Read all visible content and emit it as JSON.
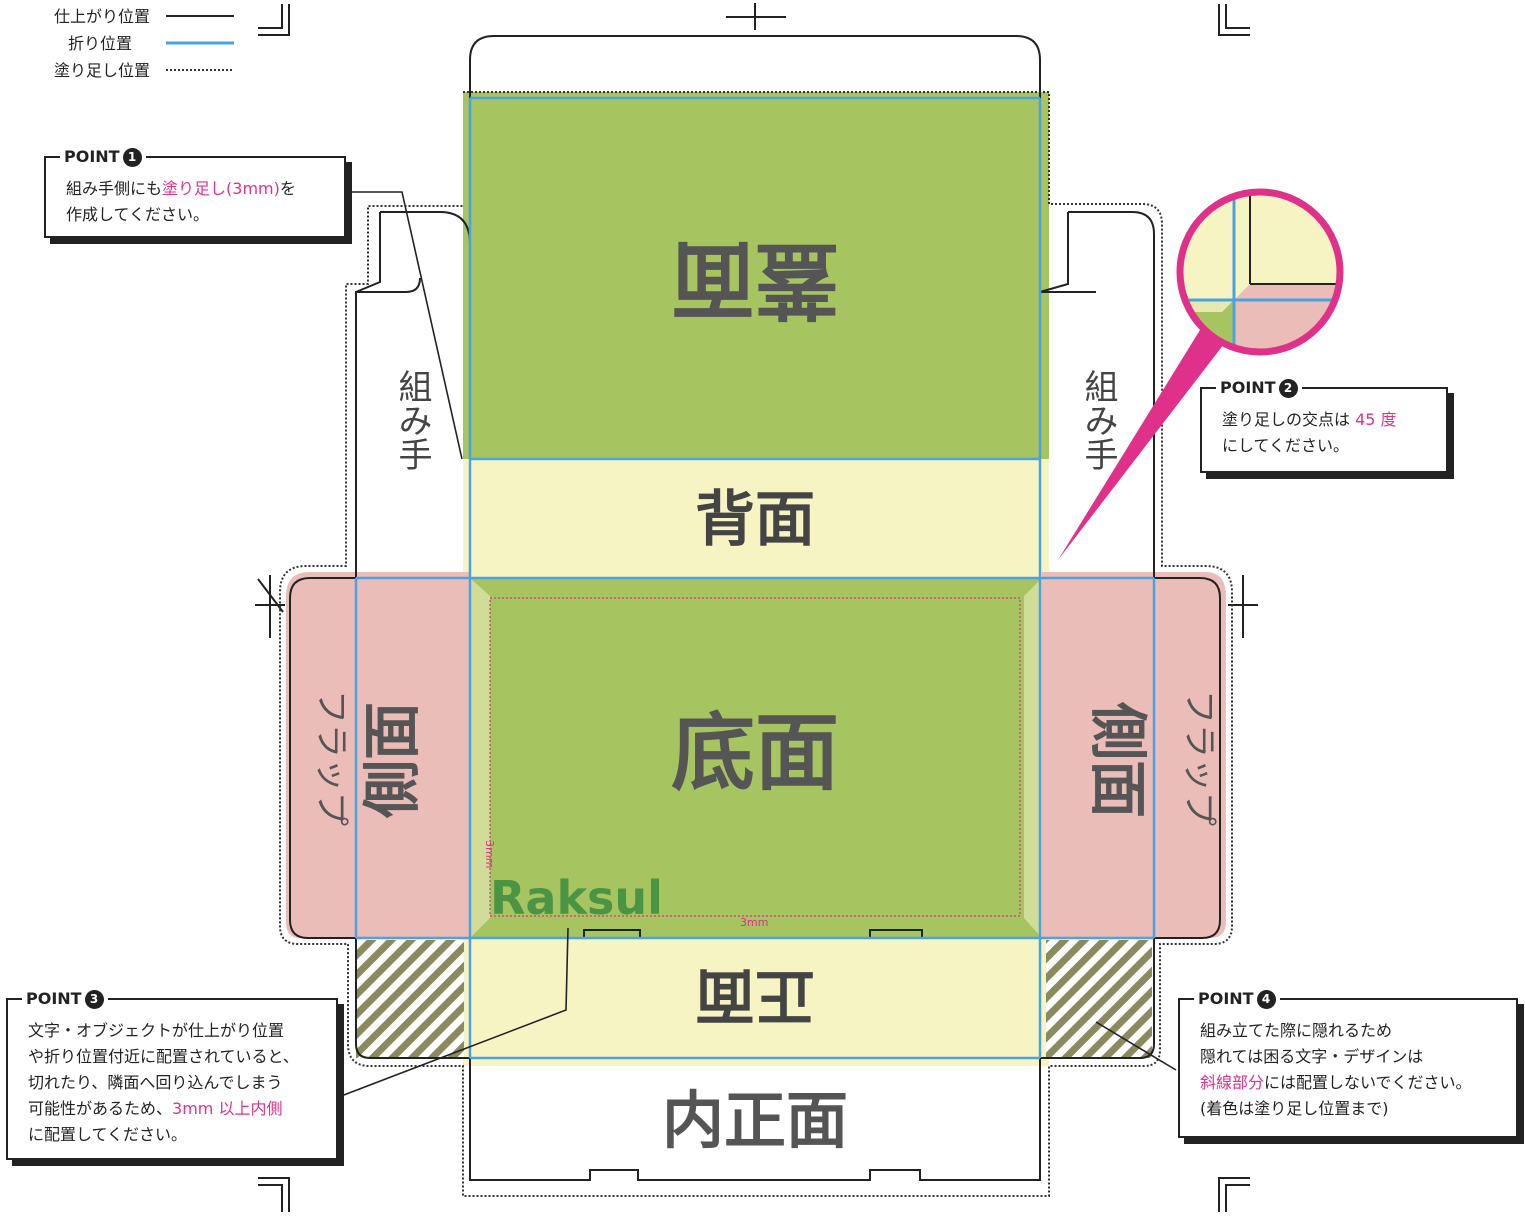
{
  "legend": {
    "trim": "仕上がり位置",
    "fold": "折り位置",
    "bleed": "塗り足し位置"
  },
  "colors": {
    "trim_line": "#222222",
    "fold_line": "#4aa3df",
    "bleed_line": "#333333",
    "green": "#a6c45f",
    "cream": "#f7f4c4",
    "pink": "#ebbdb8",
    "highlight": "#e0318a",
    "brand_green": "#4a9444"
  },
  "panels": {
    "lid": "蓋面",
    "back": "背面",
    "bottom": "底面",
    "front": "正面",
    "inner_front": "内正面",
    "side_left": "側面",
    "side_right": "側面",
    "flap_left": "フラップ",
    "flap_right": "フラップ",
    "handle_left": "組み手",
    "handle_right": "組み手"
  },
  "margin_label": "3mm",
  "brand": "Raksul",
  "points": [
    {
      "title": "POINT",
      "num": "1",
      "lines": [
        [
          "組み手側にも",
          "塗り足し(3mm)",
          "を"
        ],
        [
          "作成してください。"
        ]
      ]
    },
    {
      "title": "POINT",
      "num": "2",
      "lines": [
        [
          "塗り足しの交点は ",
          "45 度",
          ""
        ],
        [
          "にしてください。"
        ]
      ]
    },
    {
      "title": "POINT",
      "num": "3",
      "lines": [
        [
          "文字・オブジェクトが仕上がり位置"
        ],
        [
          "や折り位置付近に配置されていると、"
        ],
        [
          "切れたり、隣面へ回り込んでしまう"
        ],
        [
          "可能性があるため、",
          "3mm 以上内側",
          ""
        ],
        [
          "に配置してください。"
        ]
      ]
    },
    {
      "title": "POINT",
      "num": "4",
      "lines": [
        [
          "組み立てた際に隠れるため"
        ],
        [
          "隠れては困る文字・デザインは"
        ],
        [
          "",
          "斜線部分",
          "には配置しないでください。"
        ],
        [
          "(着色は塗り足し位置まで)"
        ]
      ]
    }
  ]
}
